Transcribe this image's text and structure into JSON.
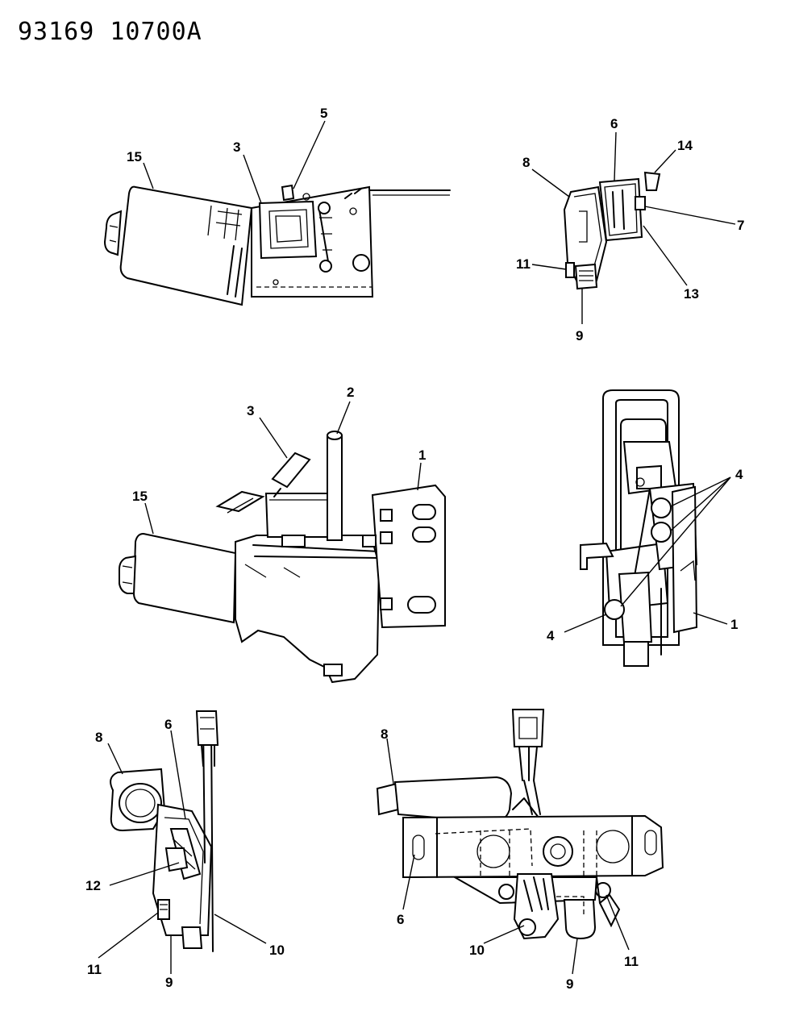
{
  "header": {
    "doc_id": "93169  10700A"
  },
  "views": {
    "top_left": {
      "callouts": [
        "15",
        "3",
        "5"
      ]
    },
    "top_right": {
      "callouts": [
        "8",
        "6",
        "14",
        "7",
        "11",
        "13",
        "9"
      ]
    },
    "mid_left": {
      "callouts": [
        "3",
        "2",
        "1",
        "15"
      ]
    },
    "mid_right": {
      "callouts": [
        "4",
        "4",
        "1"
      ]
    },
    "bottom_left": {
      "callouts": [
        "8",
        "6",
        "12",
        "11",
        "9",
        "10"
      ]
    },
    "bottom_right": {
      "callouts": [
        "8",
        "6",
        "10",
        "9",
        "11"
      ]
    }
  }
}
